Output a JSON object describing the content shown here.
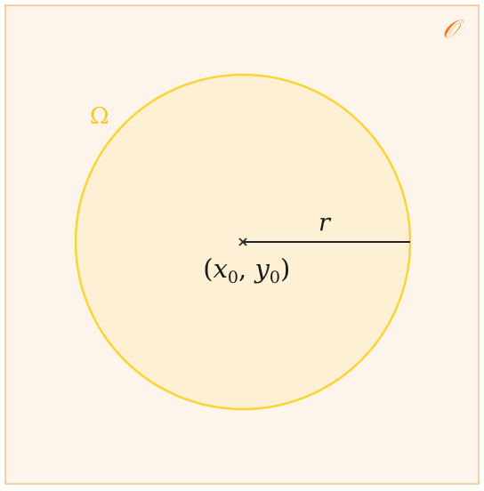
{
  "diagram": {
    "outer_label": "𝒪",
    "region_label": "Ω",
    "radius_label": "r",
    "center_label": {
      "open_paren": "(",
      "x": "x",
      "x_sub": "0",
      "comma": ", ",
      "y": "y",
      "y_sub": "0",
      "close_paren": ")"
    },
    "center_marker": "×",
    "colors": {
      "outer_fill": "#fdf5ec",
      "outer_stroke": "#f6c08f",
      "outer_label": "#ef7d22",
      "region_fill": "#fef0d4",
      "region_stroke": "#fbd534",
      "region_label": "#f6c92c",
      "radius_line": "#222222",
      "text": "#1a1a1a"
    }
  }
}
